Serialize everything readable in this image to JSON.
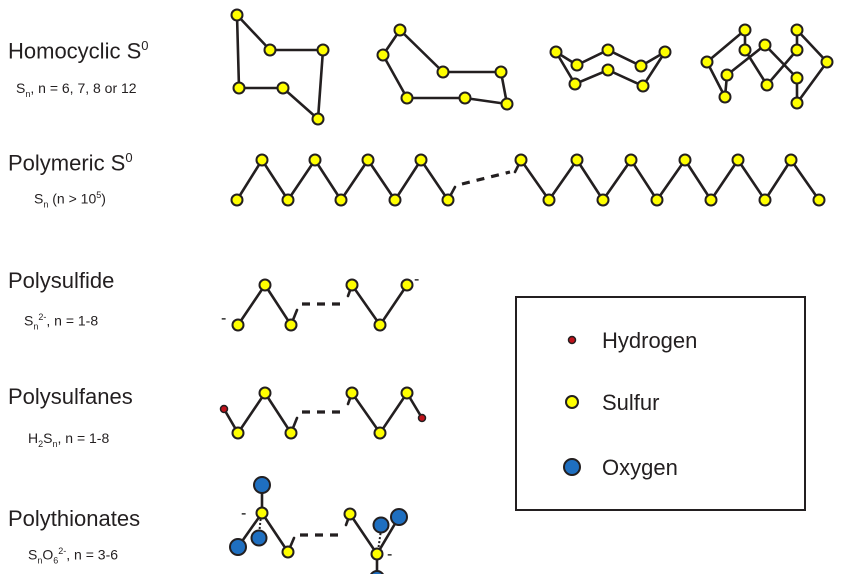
{
  "rows": [
    {
      "title": "Homocyclic S",
      "title_sup": "0",
      "sub_main": "S",
      "sub_sub": "n",
      "sub_rest": ", n = 6, 7, 8 or 12"
    },
    {
      "title": "Polymeric S",
      "title_sup": "0",
      "sub_main": "S",
      "sub_sub": "n",
      "sub_rest": " (n > 10",
      "sub_sup": "5",
      "sub_end": ")"
    },
    {
      "title": "Polysulfide",
      "sub_main": "S",
      "sub_sub": "n",
      "sub_sup": "2-",
      "sub_rest": ", n = 1-8"
    },
    {
      "title": "Polysulfanes",
      "sub_main": "H",
      "sub_sub": "2",
      "sub_main2": "S",
      "sub_sub2": "n",
      "sub_rest": ", n = 1-8"
    },
    {
      "title": "Polythionates",
      "sub_main": "S",
      "sub_sub": "n",
      "sub_main2": "O",
      "sub_sub2": "6",
      "sub_sup": "2-",
      "sub_rest": ", n = 3-6"
    }
  ],
  "charges": {
    "minus": "-"
  },
  "legend": {
    "items": [
      {
        "label": "Hydrogen",
        "color": "#c0121b"
      },
      {
        "label": "Sulfur",
        "color": "#ffff00"
      },
      {
        "label": "Oxygen",
        "color": "#1f6fc0"
      }
    ]
  }
}
